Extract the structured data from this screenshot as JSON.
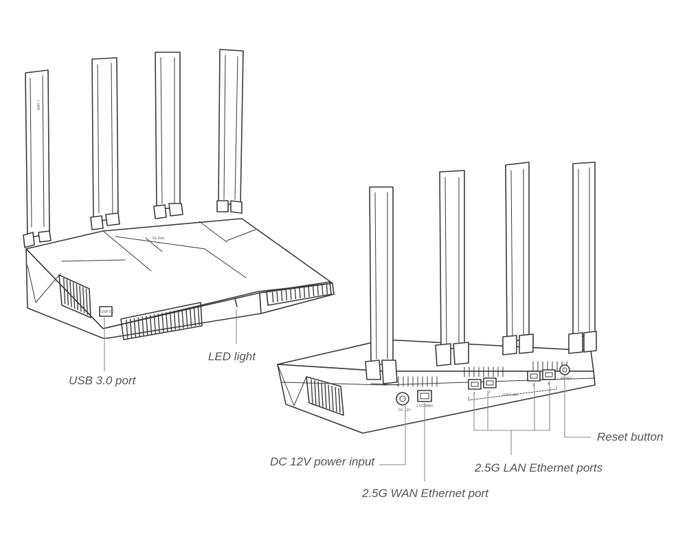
{
  "colors": {
    "line": "#3a3a3a",
    "leader": "#8a8a8a",
    "label": "#555555",
    "background": "#ffffff"
  },
  "front_view": {
    "antenna_badge": "WIFI 7",
    "logo": "GL.iNet",
    "usb_port_marking": "USB 3.0"
  },
  "rear_view": {
    "power_marking": "DC 12V",
    "wan_marking": "2.5G WAN",
    "lan_marking": "2.5G LAN",
    "reset_marking": "RESET",
    "lan_port_numbers": [
      "1",
      "2",
      "3",
      "4"
    ]
  },
  "callouts": {
    "usb": "USB 3.0 port",
    "led": "LED light",
    "dc_power": "DC 12V power input",
    "wan": "2.5G WAN Ethernet port",
    "lan": "2.5G LAN Ethernet ports",
    "reset": "Reset button"
  }
}
